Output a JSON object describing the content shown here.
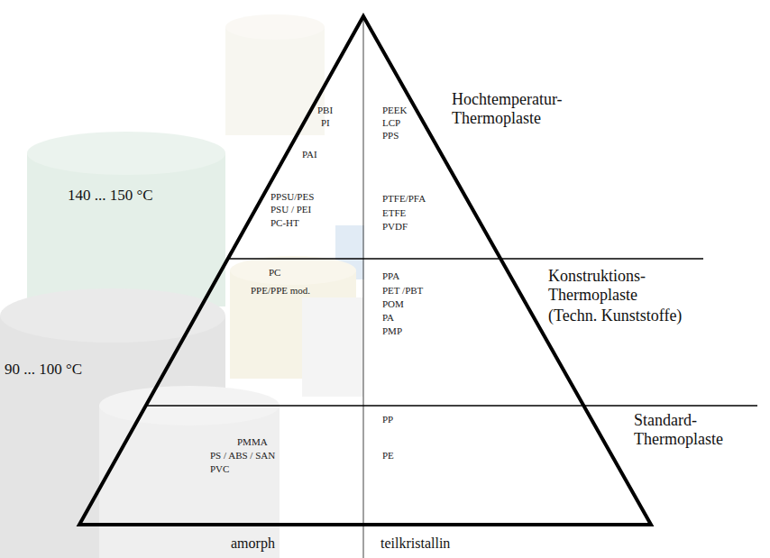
{
  "diagram": {
    "nodes": [
      {
        "text": [
          "PBI",
          "PI",
          "PAI",
          "PPSU/PES",
          "PSU / PEI",
          "PC-HT",
          "PEEK",
          "LCP",
          "PPS",
          "PTFE/PFA",
          "ETFE",
          "PVDF",
          "Hochtemperatur- Thermoplaste"
        ]
      },
      {
        "text": [
          "PC",
          "PPE/PPE mod.",
          "PPA",
          "PET /PBT",
          "POM",
          "PA",
          "PMP",
          "Konstruktions- Thermoplaste",
          "(Techn. Kunststoffe)"
        ]
      },
      {
        "text": [
          "PMMA",
          "PS / ABS / SAN",
          "PVC",
          "PP",
          "PE",
          "Standard- Thermoplaste"
        ]
      }
    ],
    "labels": [
      "140 ... 150 °C",
      "90 ... 100 °C",
      "amorph",
      "teilkristallin"
    ]
  }
}
